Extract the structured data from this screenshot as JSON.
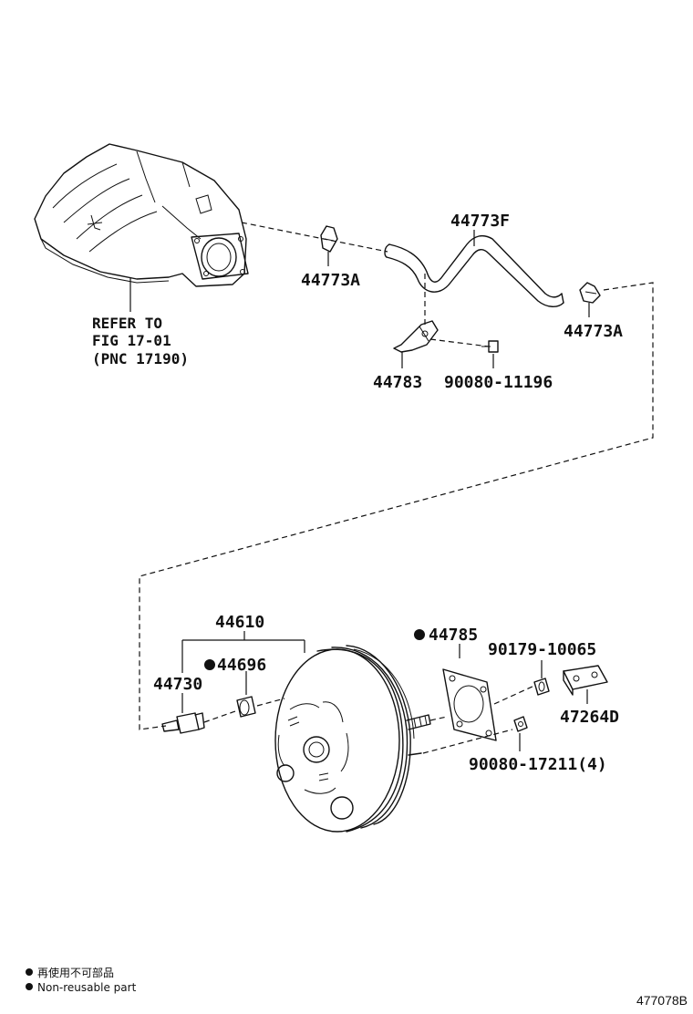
{
  "labels": {
    "refer_line1": "REFER TO",
    "refer_line2": "FIG 17-01",
    "refer_line3": "(PNC 17190)",
    "p44773F": "44773F",
    "p44773A_left": "44773A",
    "p44773A_right": "44773A",
    "p44783": "44783",
    "p90080_11196": "90080-11196",
    "p44610": "44610",
    "p44730": "44730",
    "p44696": "44696",
    "p44785": "44785",
    "p90179_10065": "90179-10065",
    "p47264D": "47264D",
    "p90080_17211": "90080-17211(4)"
  },
  "legend": {
    "line1": "再使用不可部品",
    "line2": "Non-reusable part"
  },
  "figure_code": "477078B"
}
